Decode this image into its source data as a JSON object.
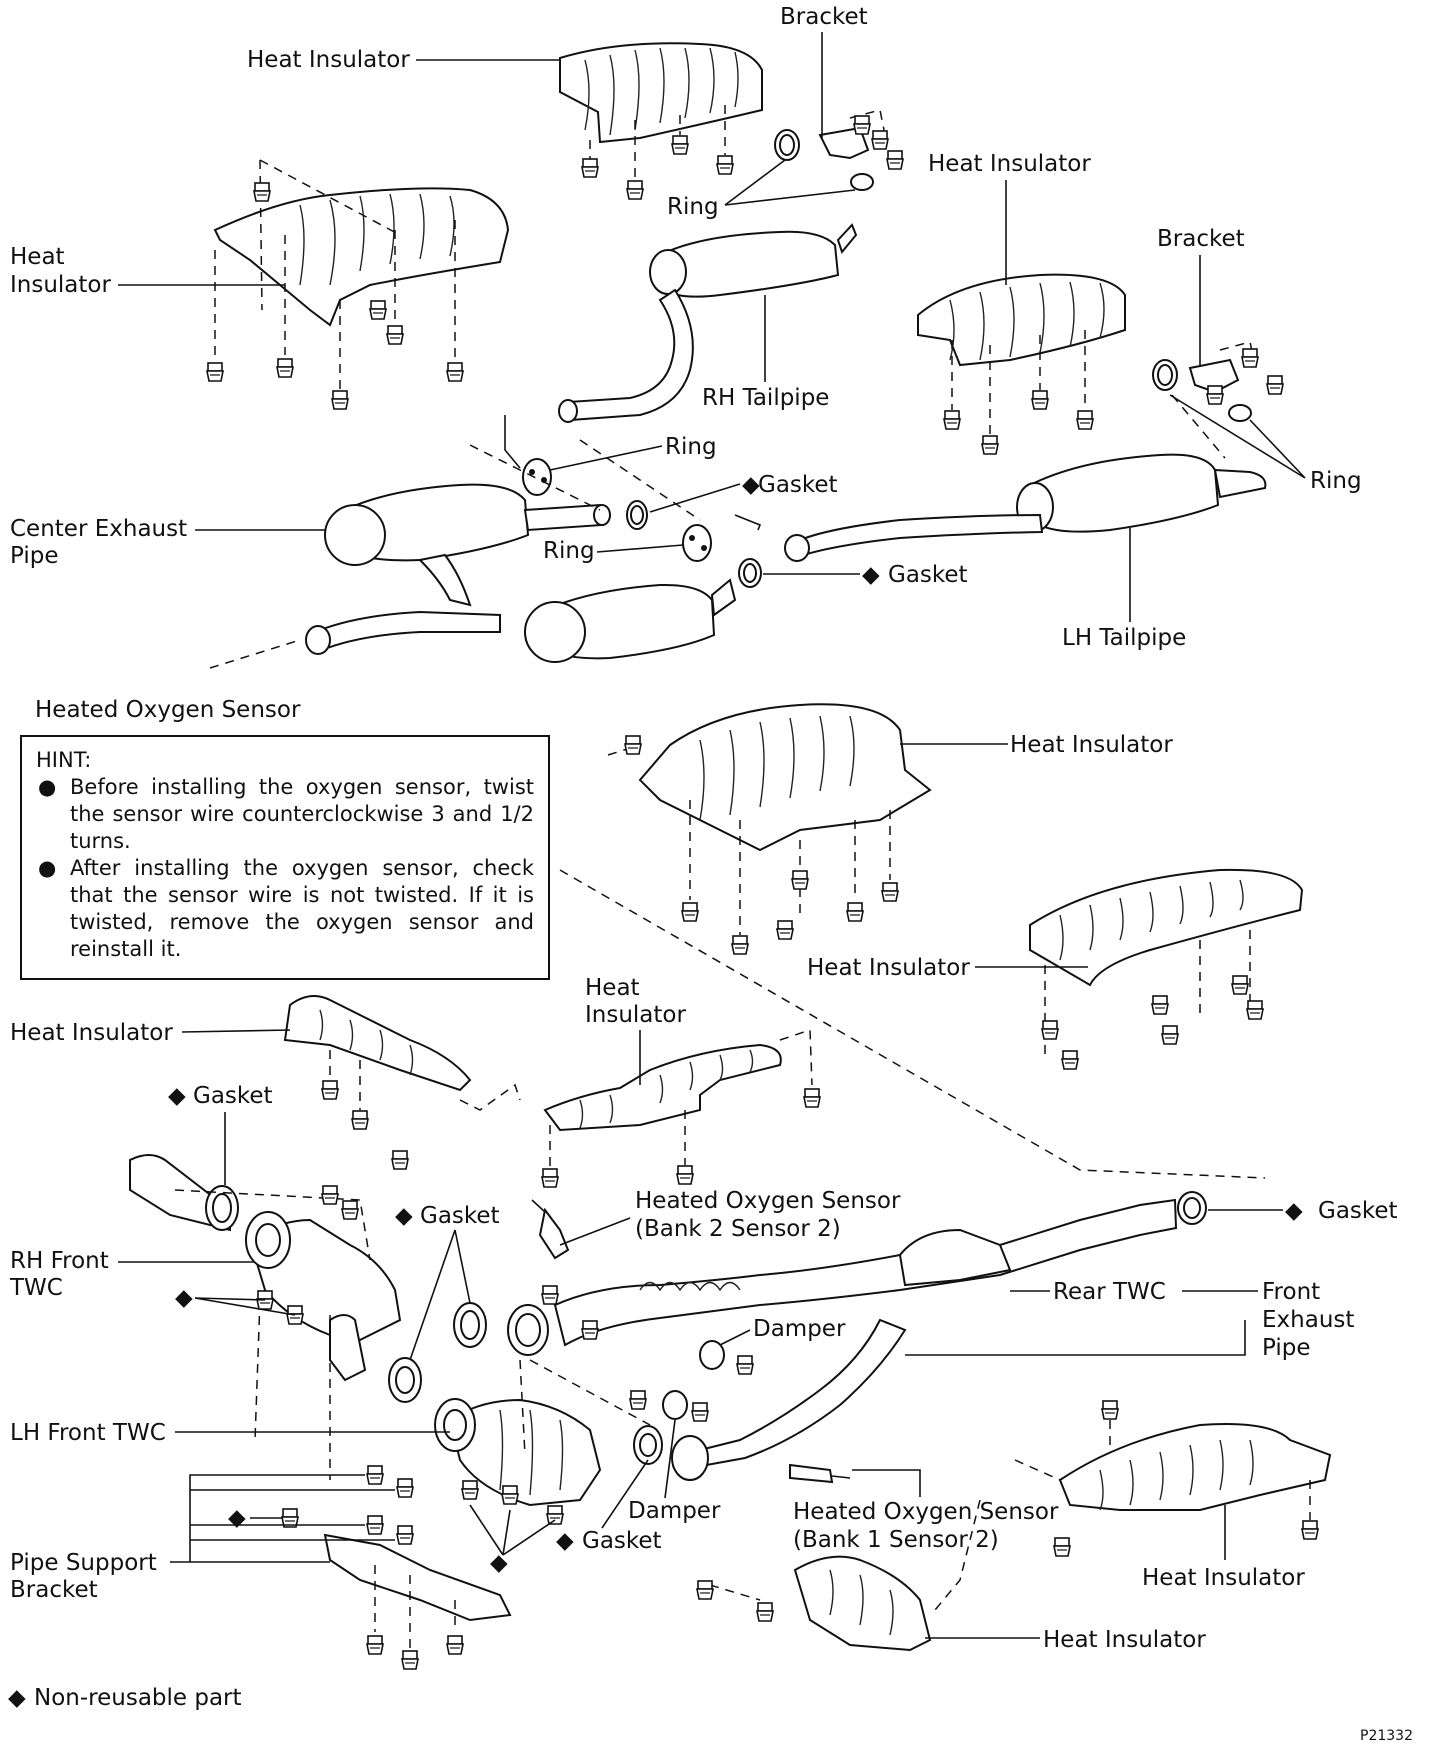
{
  "labels": {
    "heat_insulator": "Heat Insulator",
    "heat_insulator_l1": "Heat",
    "heat_insulator_l2": "Insulator",
    "bracket": "Bracket",
    "ring": "Ring",
    "rh_tailpipe": "RH Tailpipe",
    "lh_tailpipe": "LH Tailpipe",
    "gasket": "Gasket",
    "center_exhaust_pipe_l1": "Center Exhaust",
    "center_exhaust_pipe_l2": "Pipe",
    "heated_oxygen_sensor": "Heated Oxygen Sensor",
    "hos_bank2": "(Bank 2 Sensor 2)",
    "hos_bank1": "(Bank 1 Sensor 2)",
    "rh_front_twc_l1": "RH Front",
    "rh_front_twc_l2": "TWC",
    "lh_front_twc": "LH Front TWC",
    "damper": "Damper",
    "rear_twc": "Rear TWC",
    "front_exhaust_pipe_l1": "Front",
    "front_exhaust_pipe_l2": "Exhaust",
    "front_exhaust_pipe_l3": "Pipe",
    "pipe_support_bracket_l1": "Pipe Support",
    "pipe_support_bracket_l2": "Bracket",
    "non_reusable_symbol": "◆",
    "non_reusable": "Non-reusable part",
    "figure_code": "P21332"
  },
  "hint": {
    "title": "HINT:",
    "bullet": "●",
    "items": [
      "Before installing the oxygen sensor, twist the sensor wire counterclockwise 3 and 1/2 turns.",
      "After installing the oxygen sensor, check that the sensor wire is not twisted. If it is twisted, remove the oxygen sensor and reinstall it."
    ]
  }
}
